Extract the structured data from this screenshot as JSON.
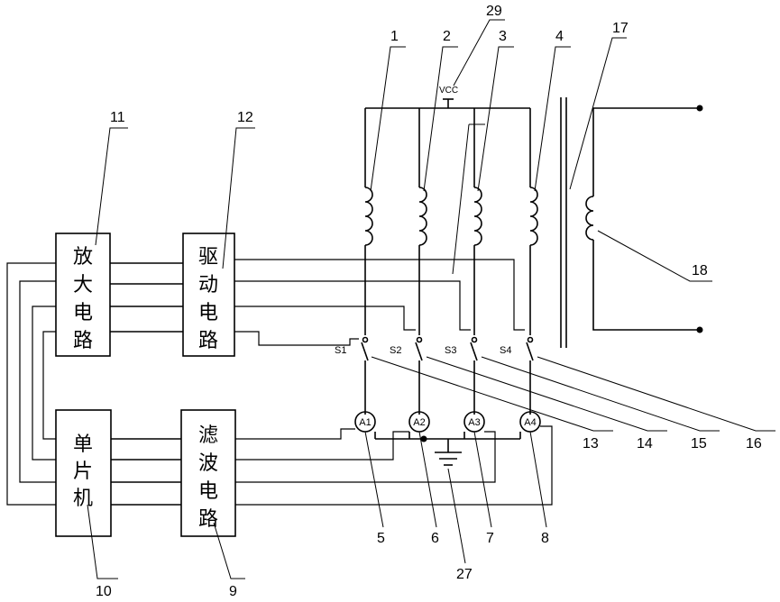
{
  "blocks": {
    "amplifier": {
      "chars": [
        "放",
        "大",
        "电",
        "路"
      ],
      "ref": "11"
    },
    "driver": {
      "chars": [
        "驱",
        "动",
        "电",
        "路"
      ],
      "ref": "12"
    },
    "mcu": {
      "chars": [
        "单",
        "片",
        "机"
      ],
      "ref": "10"
    },
    "filter": {
      "chars": [
        "滤",
        "波",
        "电",
        "路"
      ],
      "ref": "9"
    }
  },
  "supply": {
    "label": "VCC",
    "ref": "29"
  },
  "coils": [
    {
      "ref": "1"
    },
    {
      "ref": "2"
    },
    {
      "ref": "3"
    },
    {
      "ref": "4"
    }
  ],
  "switches": [
    {
      "label": "S1",
      "ref": "13"
    },
    {
      "label": "S2",
      "ref": "14"
    },
    {
      "label": "S3",
      "ref": "15"
    },
    {
      "label": "S4",
      "ref": "16"
    }
  ],
  "ammeters": [
    {
      "label": "A1",
      "ref": "5"
    },
    {
      "label": "A2",
      "ref": "6"
    },
    {
      "label": "A3",
      "ref": "7"
    },
    {
      "label": "A4",
      "ref": "8"
    }
  ],
  "transformer": {
    "core_ref": "17",
    "secondary_ref": "18"
  },
  "ground": {
    "ref": "27"
  }
}
